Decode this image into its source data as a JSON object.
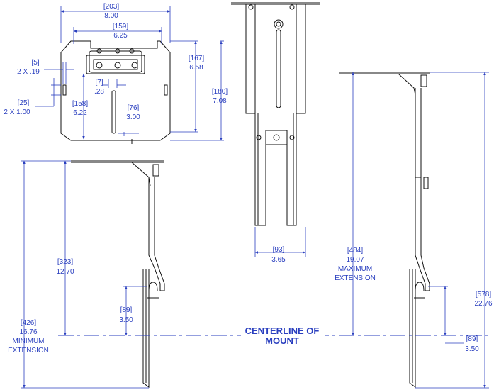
{
  "colors": {
    "dimension": "#2a3fbf",
    "outline": "#111111",
    "background": "#ffffff"
  },
  "top_view": {
    "width_mm": "[203]",
    "width_in": "8.00",
    "inner_mm": "[159]",
    "inner_in": "6.25",
    "slot_mm": "[5]",
    "slot_in": "2 X .19",
    "slot_len_mm": "[25]",
    "slot_len_in": "2 X 1.00",
    "hole_mm": "[7]",
    "hole_in": ".28",
    "depth_mm": "[158]",
    "depth_in": "6.22",
    "slot2_mm": "[76]",
    "slot2_in": "3.00",
    "depth2_mm": "[167]",
    "depth2_in": "6.58",
    "overall_mm": "[180]",
    "overall_in": "7.08"
  },
  "front_view": {
    "width_mm": "[93]",
    "width_in": "3.65"
  },
  "min_view": {
    "len_mm": "[323]",
    "len_in": "12.70",
    "drop_mm": "[89]",
    "drop_in": "3.50",
    "total_mm": "[426]",
    "total_in": "16.76",
    "label1": "MINIMUM",
    "label2": "EXTENSION"
  },
  "max_view": {
    "len_mm": "[484]",
    "len_in": "19.07",
    "label1": "MAXIMUM",
    "label2": "EXTENSION",
    "drop_mm": "[89]",
    "drop_in": "3.50",
    "total_mm": "[578]",
    "total_in": "22.76"
  },
  "centerline": {
    "line1": "CENTERLINE OF",
    "line2": "MOUNT"
  }
}
